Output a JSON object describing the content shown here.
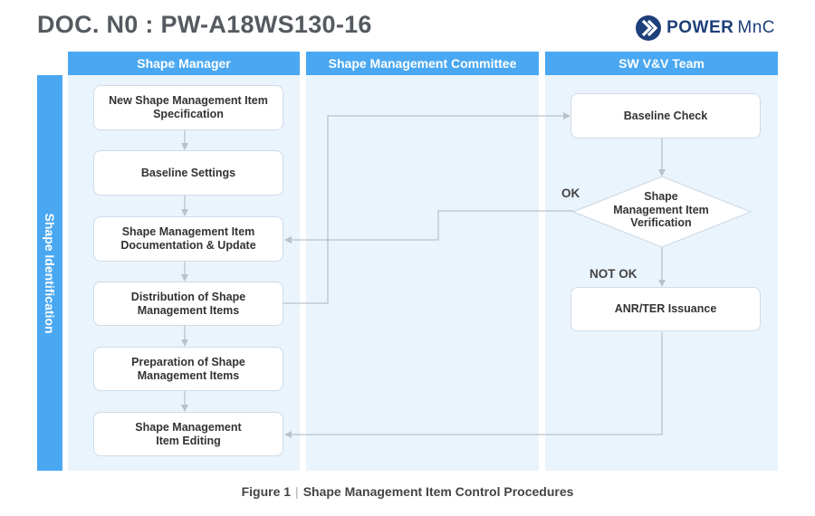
{
  "header": {
    "doc_no": "DOC. N0 : PW-A18WS130-16",
    "logo_text_bold": "POWER",
    "logo_text_light": "MnC"
  },
  "lanes": [
    {
      "label": "Shape Manager"
    },
    {
      "label": "Shape Management Committee"
    },
    {
      "label": "SW V&V Team"
    }
  ],
  "side_label": "Shape Identification",
  "steps": {
    "new_spec": "New Shape Management Item\nSpecification",
    "baseline_settings": "Baseline Settings",
    "doc_update": "Shape Management Item\nDocumentation & Update",
    "distribution": "Distribution of Shape\nManagement Items",
    "preparation": "Preparation of Shape\nManagement Items",
    "editing": "Shape Management\nItem Editing",
    "baseline_check": "Baseline Check",
    "verification": "Shape\nManagement Item\nVerification",
    "anr_ter": "ANR/TER Issuance"
  },
  "flow_labels": {
    "ok": "OK",
    "not_ok": "NOT OK"
  },
  "caption": {
    "figure": "Figure 1",
    "separator": "|",
    "title": "Shape Management Item Control Procedures"
  },
  "colors": {
    "accent": "#4aa8f2",
    "lane_bg": "#eaf4fd",
    "connector": "#b9c2cb",
    "logo": "#1d3f7a"
  }
}
